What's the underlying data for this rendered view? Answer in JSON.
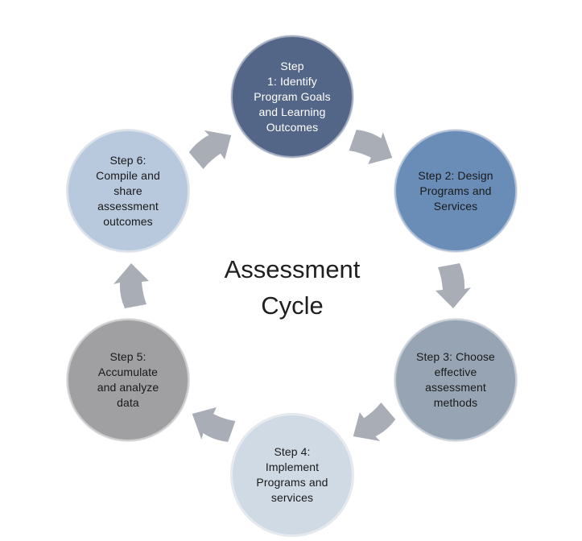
{
  "diagram": {
    "type": "cycle",
    "title": "Assessment\nCycle",
    "steps": [
      {
        "id": 1,
        "label": "Step\n1: Identify\nProgram Goals\nand Learning\nOutcomes",
        "plain_text": "Step 1: Identify Program Goals and Learning Outcomes",
        "fill": "#546687",
        "text_color": "#FFFFFF"
      },
      {
        "id": 2,
        "label": "Step 2: Design\nPrograms and\nServices",
        "plain_text": "Step 2: Design Programs and Services",
        "fill": "#6A8DB8",
        "text_color": "#1A1A1A"
      },
      {
        "id": 3,
        "label": "Step 3: Choose\neffective\nassessment\nmethods",
        "plain_text": "Step 3: Choose effective assessment methods",
        "fill": "#97A4B4",
        "text_color": "#1A1A1A"
      },
      {
        "id": 4,
        "label": "Step 4:\nImplement\nPrograms and\nservices",
        "plain_text": "Step 4: Implement Programs and services",
        "fill": "#D0DAE5",
        "text_color": "#1A1A1A"
      },
      {
        "id": 5,
        "label": "Step 5:\nAccumulate\nand analyze\ndata",
        "plain_text": "Step 5: Accumulate and analyze data",
        "fill": "#A0A0A3",
        "text_color": "#1A1A1A"
      },
      {
        "id": 6,
        "label": "Step 6:\nCompile and\nshare\nassessment\noutcomes",
        "plain_text": "Step 6: Compile and share assessment outcomes",
        "fill": "#B8C8DD",
        "text_color": "#1A1A1A"
      }
    ],
    "arrows": [
      {
        "from": "step-6",
        "to": "step-1",
        "direction": "up-right"
      },
      {
        "from": "step-1",
        "to": "step-2",
        "direction": "down-right"
      },
      {
        "from": "step-2",
        "to": "step-3",
        "direction": "down"
      },
      {
        "from": "step-3",
        "to": "step-4",
        "direction": "down-left"
      },
      {
        "from": "step-4",
        "to": "step-5",
        "direction": "up-left"
      },
      {
        "from": "step-5",
        "to": "step-6",
        "direction": "up"
      }
    ],
    "colors": {
      "background": "#FFFFFF",
      "arrow": "#A9AEB6",
      "title_text": "#1F1F1F"
    }
  }
}
